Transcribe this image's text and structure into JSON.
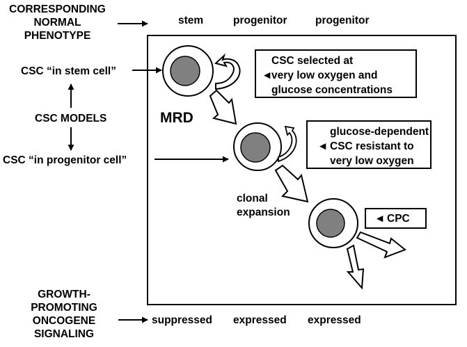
{
  "top_label": [
    "CORRESPONDING",
    "NORMAL",
    "PHENOTYPE"
  ],
  "phenotype": {
    "stem": "stem",
    "progenitor_1": "progenitor",
    "progenitor_2": "progenitor"
  },
  "left": {
    "csc_stem": "CSC “in stem cell”",
    "csc_models": "CSC MODELS",
    "csc_progenitor": "CSC “in progenitor cell”"
  },
  "bottom_label": [
    "GROWTH-",
    "PROMOTING",
    "ONCOGENE",
    "SIGNALING"
  ],
  "signaling": {
    "s1": "suppressed",
    "s2": "expressed",
    "s3": "expressed"
  },
  "mrd": "MRD",
  "clonal": [
    "clonal",
    "expansion"
  ],
  "notes": {
    "n1": [
      "CSC selected at",
      "very low oxygen and",
      "glucose concentrations"
    ],
    "n2": [
      "glucose-dependent",
      "CSC resistant to",
      "very low oxygen"
    ],
    "n3": "CPC"
  },
  "pointer_glyph": "◄"
}
